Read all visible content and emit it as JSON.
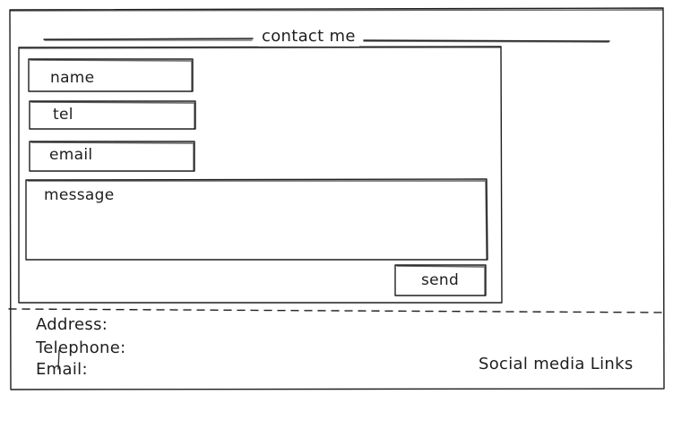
{
  "form": {
    "title": "contact me",
    "fields": {
      "name_placeholder": "name",
      "tel_placeholder": "tel",
      "email_placeholder": "email",
      "message_placeholder": "message"
    },
    "send_label": "send"
  },
  "footer": {
    "address_label": "Address:",
    "telephone_label": "Telephone:",
    "email_label": "Email:",
    "social_label": "Social media Links"
  },
  "colors": {
    "stroke": "#1e1e1e",
    "background": "#ffffff"
  }
}
